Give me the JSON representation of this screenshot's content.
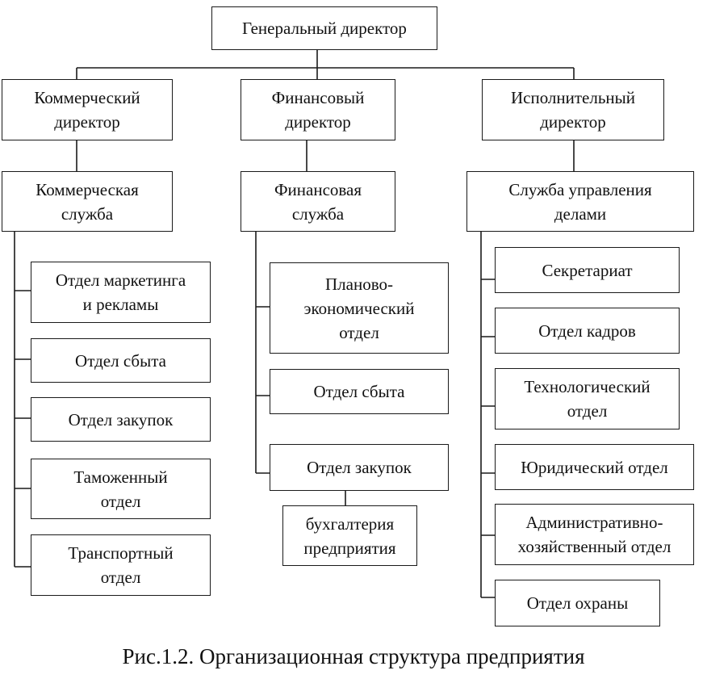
{
  "diagram": {
    "top": "Генеральный директор",
    "directors": [
      "Коммерческий\nдиректор",
      "Финансовый\nдиректор",
      "Исполнительный\nдиректор"
    ],
    "services": [
      "Коммерческая\nслужба",
      "Финансовая\nслужба",
      "Служба управления\nделами"
    ],
    "commercial_departments": [
      "Отдел маркетинга\nи рекламы",
      "Отдел сбыта",
      "Отдел закупок",
      "Таможенный\nотдел",
      "Транспортный\nотдел"
    ],
    "financial_departments": [
      "Планово-\nэкономический\nотдел",
      "Отдел сбыта",
      "Отдел закупок"
    ],
    "accounting": "бухгалтерия\nпредприятия",
    "admin_departments": [
      "Секретариат",
      "Отдел кадров",
      "Технологический\nотдел",
      "Юридический отдел",
      "Административно-\nхозяйственный отдел",
      "Отдел охраны"
    ],
    "caption": "Рис.1.2. Организационная структура предприятия"
  }
}
